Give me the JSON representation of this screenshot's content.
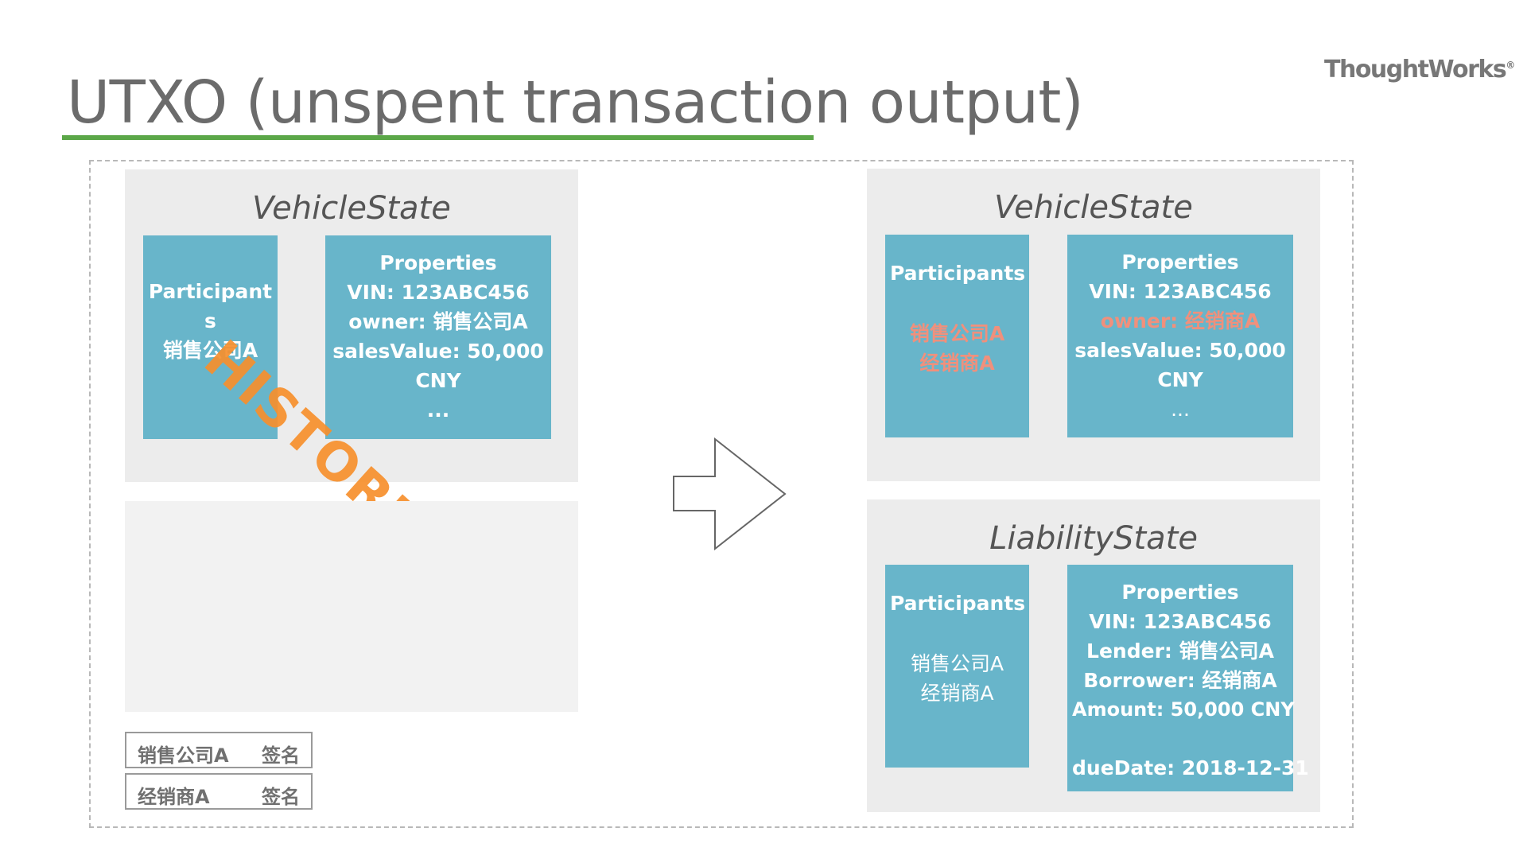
{
  "slide": {
    "title": "UTXO (unspent transaction output)",
    "logo": "ThoughtWorks",
    "logo_mark": "®"
  },
  "input_vehicle_state": {
    "title": "VehicleState",
    "participants": {
      "heading": "Participants",
      "members": [
        "销售公司A"
      ]
    },
    "properties": {
      "heading": "Properties",
      "vin": "VIN: 123ABC456",
      "owner": "owner: 销售公司A",
      "sales_value": "salesValue: 50,000 CNY",
      "ellipsis": "..."
    },
    "stamp": "HISTORIC"
  },
  "signatures": [
    {
      "who": "销售公司A",
      "label": "签名"
    },
    {
      "who": "经销商A",
      "label": "签名"
    }
  ],
  "output_vehicle_state": {
    "title": "VehicleState",
    "participants": {
      "heading": "Participants",
      "members": [
        "销售公司A",
        "经销商A"
      ]
    },
    "properties": {
      "heading": "Properties",
      "vin": "VIN: 123ABC456",
      "owner": "owner: 经销商A",
      "sales_value_line1": "salesValue: 50,000",
      "sales_value_line2": "CNY",
      "ellipsis": "..."
    }
  },
  "output_liability_state": {
    "title": "LiabilityState",
    "participants": {
      "heading": "Participants",
      "members": [
        "销售公司A",
        "经销商A"
      ]
    },
    "properties": {
      "heading": "Properties",
      "vin": "VIN: 123ABC456",
      "lender": "Lender: 销售公司A",
      "borrower": "Borrower: 经销商A",
      "amount": "Amount: 50,000 CNY",
      "due_date": "dueDate: 2018-12-31"
    }
  },
  "colors": {
    "box": "#68b5ca",
    "changed_text": "#f0907c",
    "stamp": "#f7902d",
    "underline": "#5ba748"
  }
}
